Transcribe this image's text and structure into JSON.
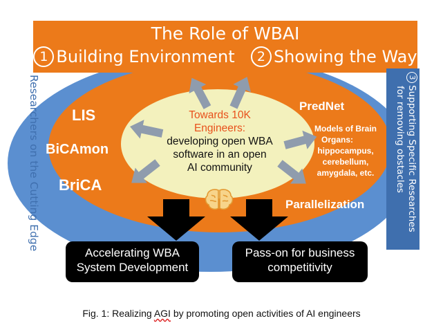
{
  "title": "The Role of WBAI",
  "roles": [
    {
      "num": "1",
      "label": "Building Environment"
    },
    {
      "num": "2",
      "label": "Showing the Way"
    },
    {
      "num": "3",
      "label_line1": "Supporting Specific Researches",
      "label_line2": "for removing obstacles"
    }
  ],
  "left_side": "Researchers on the Cutting Edge",
  "left_items": [
    "LIS",
    "BiCAmon",
    "BriCA"
  ],
  "right_items": {
    "prednet": "PredNet",
    "models_line1": "Models of Brain",
    "models_line2": "Organs:",
    "models_line3": "hippocampus,",
    "models_line4": "cerebellum,",
    "models_line5": "amygdala, etc.",
    "parallelization": "Parallelization"
  },
  "center": {
    "line1": "Towards 10K",
    "line2": "Engineers:",
    "line3": "developing open WBA",
    "line4": "software in an open",
    "line5": "AI community"
  },
  "outputs": [
    {
      "line1": "Accelerating WBA",
      "line2": "System Development"
    },
    {
      "line1": "Pass-on for business",
      "line2": "competitivity"
    }
  ],
  "caption": {
    "before": "Fig. 1: Realizing ",
    "agi": "AGI",
    "after": " by promoting open activities of AI engineers"
  },
  "colors": {
    "orange": "#ec7a1a",
    "blue": "#5b8fd0",
    "dark_blue": "#3f6fae",
    "center_fill": "#f3f1bd",
    "arrow_gray": "#8f9cad",
    "highlight_text": "#e8511c"
  },
  "icons": [
    "brain-icon"
  ]
}
